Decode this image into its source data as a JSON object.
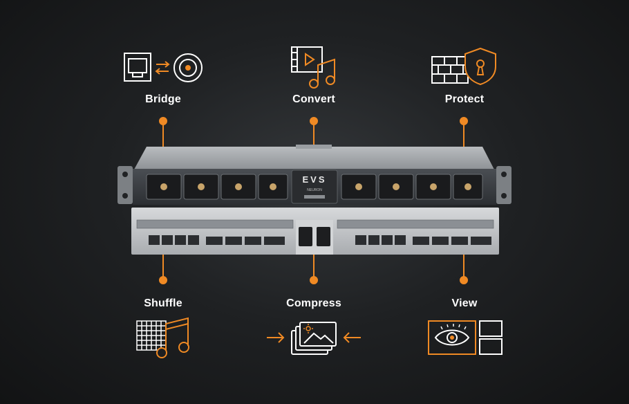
{
  "features": {
    "bridge": {
      "label": "Bridge",
      "icon": "ethernet-bnc-bridge-icon"
    },
    "convert": {
      "label": "Convert",
      "icon": "video-audio-convert-icon"
    },
    "protect": {
      "label": "Protect",
      "icon": "firewall-shield-icon"
    },
    "shuffle": {
      "label": "Shuffle",
      "icon": "grid-audio-shuffle-icon"
    },
    "compress": {
      "label": "Compress",
      "icon": "image-stack-compress-icon"
    },
    "view": {
      "label": "View",
      "icon": "multiviewer-eye-icon"
    }
  },
  "device": {
    "brand": "EVS",
    "model": "NEURON"
  },
  "colors": {
    "accent": "#f08a24",
    "background": "#1c1d1f",
    "icon_stroke": "#ffffff",
    "text": "#ffffff"
  }
}
